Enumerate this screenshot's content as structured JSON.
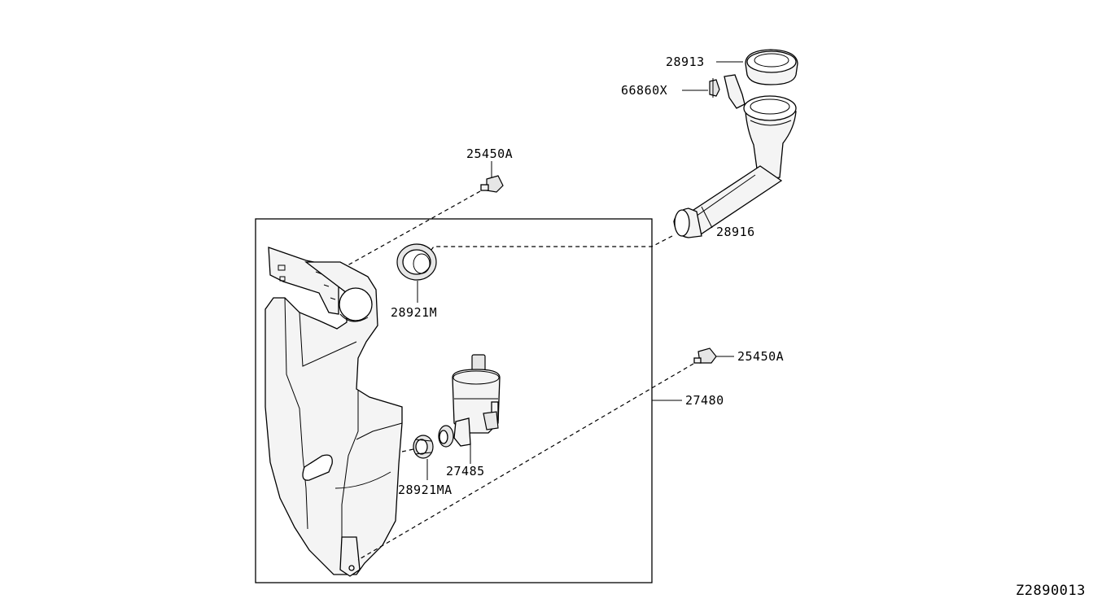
{
  "diagram_id": "Z2890013",
  "parts": {
    "cap": "28913",
    "clip": "66860X",
    "bolt_top": "25450A",
    "filler_pipe": "28916",
    "grommet_top": "28921M",
    "bolt_right": "25450A",
    "tank_assembly": "27480",
    "pump": "27485",
    "grommet_pump": "28921MA"
  }
}
